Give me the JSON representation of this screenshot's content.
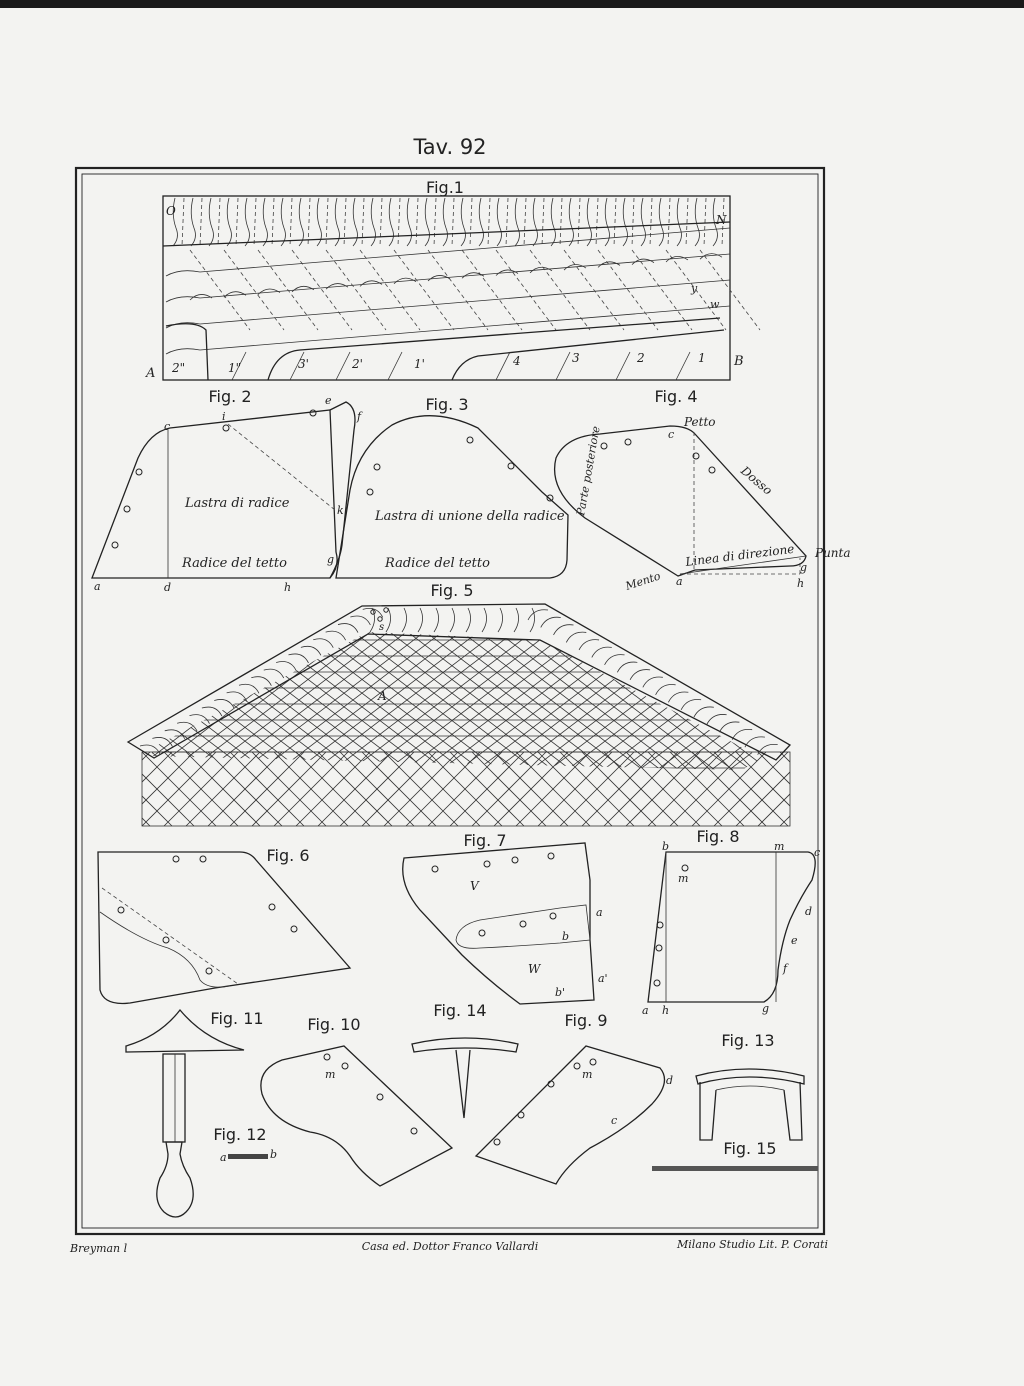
{
  "plate": {
    "title": "Tav. 92",
    "footer_left": "Breyman l",
    "footer_center": "Casa ed. Dottor Franco Vallardi",
    "footer_right": "Milano Studio Lit. P. Corati"
  },
  "fig1": {
    "caption": "Fig.1",
    "letters": [
      "O",
      "N",
      "A",
      "B",
      "y",
      "w"
    ],
    "numbers": [
      "2\"",
      "1\"",
      "3'",
      "2'",
      "1'",
      "4",
      "3",
      "2",
      "1"
    ]
  },
  "fig2": {
    "caption": "Fig. 2",
    "text1": "Lastra di radice",
    "text2": "Radice del tetto",
    "letters": [
      "c",
      "i",
      "e",
      "f",
      "k",
      "g",
      "a",
      "d",
      "h"
    ]
  },
  "fig3": {
    "caption": "Fig. 3",
    "text1": "Lastra di unione della radice",
    "text2": "Radice del tetto"
  },
  "fig4": {
    "caption": "Fig. 4",
    "petto": "Petto",
    "dosso": "Dosso",
    "parte": "Parte posteriore",
    "linea": "Linea di direzione",
    "punta": "Punta",
    "mento": "Mento",
    "letters": [
      "c",
      "a",
      "g",
      "h"
    ]
  },
  "fig5": {
    "caption": "Fig. 5",
    "letterA": "A",
    "letterS": "s"
  },
  "fig6": {
    "caption": "Fig. 6"
  },
  "fig7": {
    "caption": "Fig. 7",
    "letters": [
      "V",
      "a",
      "b",
      "W",
      "a'",
      "b'"
    ]
  },
  "fig8": {
    "caption": "Fig. 8",
    "letters": [
      "b",
      "m",
      "c",
      "m",
      "d",
      "e",
      "f",
      "a",
      "h",
      "g"
    ]
  },
  "fig9": {
    "caption": "Fig. 9",
    "letters": [
      "m",
      "d",
      "c"
    ]
  },
  "fig10": {
    "caption": "Fig. 10",
    "letters": [
      "m"
    ]
  },
  "fig11": {
    "caption": "Fig. 11"
  },
  "fig12": {
    "caption": "Fig. 12",
    "letters": [
      "a",
      "b"
    ]
  },
  "fig13": {
    "caption": "Fig. 13"
  },
  "fig14": {
    "caption": "Fig. 14"
  },
  "fig15": {
    "caption": "Fig. 15"
  }
}
